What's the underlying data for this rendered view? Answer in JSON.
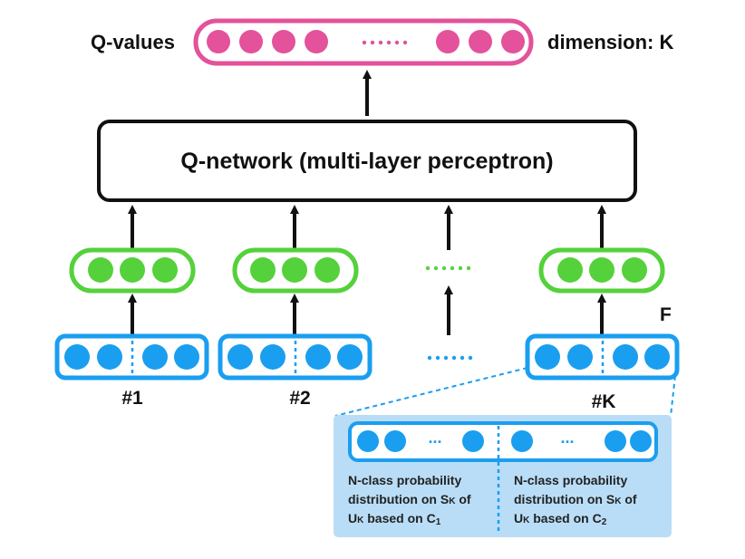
{
  "q_values": {
    "label": "Q-values",
    "dimension_label": "dimension: K",
    "ellipsis": "......"
  },
  "q_network": {
    "label": "Q-network (multi-layer perceptron)"
  },
  "agents": {
    "ellipsis_green": "......",
    "ellipsis_blue": "......",
    "items": [
      {
        "label": "#1"
      },
      {
        "label": "#2"
      },
      {
        "label": "#K"
      }
    ],
    "feature_label": "F"
  },
  "detail": {
    "ellipsis_left": "...",
    "ellipsis_right": "...",
    "left_description": [
      "N-class probability",
      "distribution on S",
      "U",
      " based on C"
    ],
    "right_description": [
      "N-class probability",
      "distribution on S",
      "U",
      " based on C"
    ]
  },
  "colors": {
    "pink": "#e3529a",
    "pink_light": "#f6c4dc",
    "green": "#55d13b",
    "green_dark": "#2fa81b",
    "blue": "#1a9ef0",
    "blue_dark": "#1590df",
    "panel": "#b9ddf7"
  }
}
